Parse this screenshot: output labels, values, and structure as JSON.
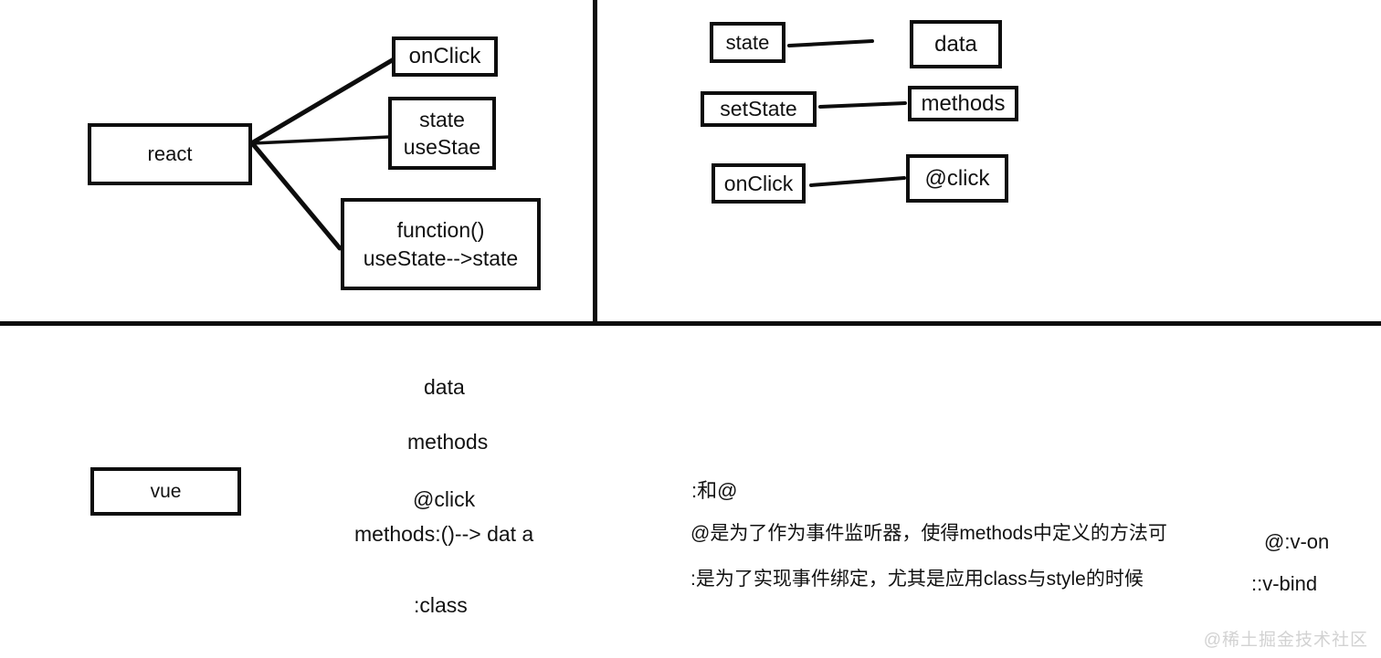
{
  "diagram": {
    "title": "React vs Vue concept mapping whiteboard",
    "background_color": "#ffffff",
    "stroke_color": "#0d0d0d",
    "text_color": "#121212"
  },
  "quadrant_react": {
    "root": {
      "label": "react"
    },
    "branches": [
      {
        "line1": "onClick",
        "line2": ""
      },
      {
        "line1": "state",
        "line2": "useStae"
      },
      {
        "line1": "function()",
        "line2": "useState-->state"
      }
    ]
  },
  "quadrant_mapping": {
    "pairs": [
      {
        "left": "state",
        "right": "data"
      },
      {
        "left": "setState",
        "right": "methods"
      },
      {
        "left": "onClick",
        "right": "@click"
      }
    ]
  },
  "quadrant_vue": {
    "root": {
      "label": "vue"
    },
    "items": [
      {
        "text": "data"
      },
      {
        "text": "methods"
      },
      {
        "text": "@click"
      },
      {
        "text": "methods:()--> dat a"
      },
      {
        "text": ":class"
      }
    ]
  },
  "notes": {
    "heading": ":和@",
    "lines": [
      "@是为了作为事件监听器，使得methods中定义的方法可",
      ":是为了实现事件绑定，尤其是应用class与style的时候"
    ],
    "shorthands": [
      "@:v-on",
      "::v-bind"
    ]
  },
  "watermark": {
    "text": "@稀土掘金技术社区",
    "color": "#d2d2d2"
  }
}
